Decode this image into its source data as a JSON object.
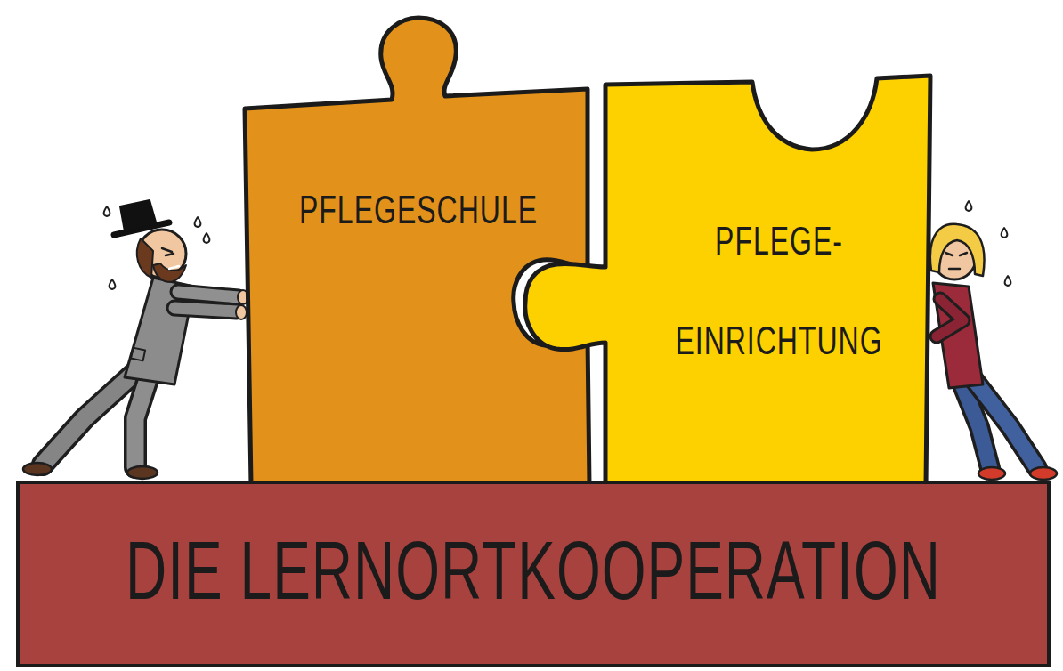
{
  "diagram": {
    "nodes": [
      {
        "text": [
          "PFLEGESCHULE"
        ]
      },
      {
        "text": [
          "PFLEGE- EINRICHTUNG"
        ]
      },
      {
        "text": [
          "DIE LERNORTKOOPERATION"
        ]
      }
    ]
  }
}
